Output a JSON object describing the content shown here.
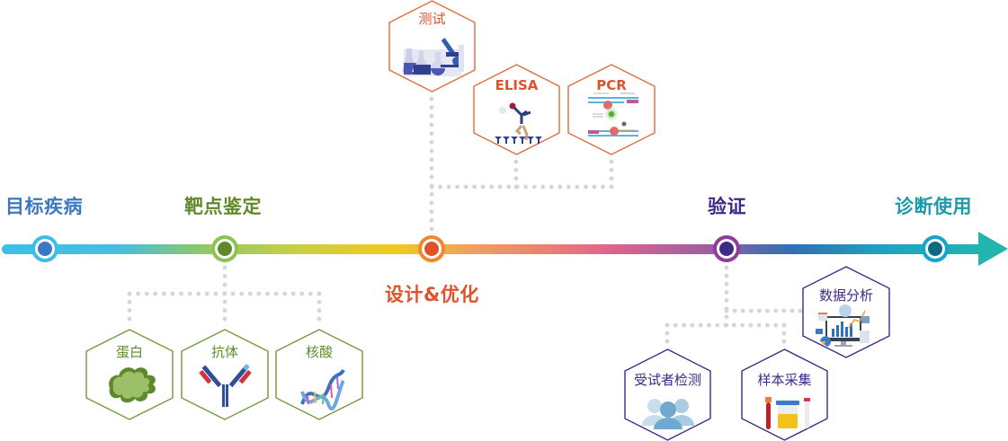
{
  "colors": {
    "blue": "#3b78c0",
    "blue_ring": "#3dbde8",
    "green": "#5f8a2b",
    "green_ring": "#8dc34f",
    "orange": "#e0522a",
    "orange_ring": "#f0882e",
    "purple": "#3f2a85",
    "purple_ring": "#8e3d9c",
    "teal": "#1f9aa8",
    "teal_ring": "#12a6c8",
    "teal_dark": "#0d6a82",
    "dots": "#d9d9d9",
    "green_hex": "#6f9a3a",
    "orange_hex": "#e06a3a",
    "purple_hex": "#3f2a85"
  },
  "stages": [
    {
      "id": "target-disease",
      "label": "目标疾病",
      "color": "#3b78c0"
    },
    {
      "id": "target-identification",
      "label": "靶点鉴定",
      "color": "#5f8a2b"
    },
    {
      "id": "design-optimization",
      "label": "设计&优化",
      "color": "#e0522a"
    },
    {
      "id": "validation",
      "label": "验证",
      "color": "#3f2a85"
    },
    {
      "id": "diagnostic-use",
      "label": "诊断使用",
      "color": "#1f9aa8"
    }
  ],
  "hexagons": {
    "testing": {
      "label": "测试",
      "icon": "lab-equipment-icon"
    },
    "elisa": {
      "label": "ELISA",
      "icon": "antibody-assay-icon"
    },
    "pcr": {
      "label": "PCR",
      "icon": "pcr-diagram-icon"
    },
    "protein": {
      "label": "蛋白",
      "icon": "protein-icon"
    },
    "antibody": {
      "label": "抗体",
      "icon": "antibody-icon"
    },
    "nucleic_acid": {
      "label": "核酸",
      "icon": "dna-helix-icon"
    },
    "subject_testing": {
      "label": "受试者检测",
      "icon": "people-icon"
    },
    "sample_collection": {
      "label": "样本采集",
      "icon": "sample-tubes-icon"
    },
    "data_analysis": {
      "label": "数据分析",
      "icon": "analytics-monitor-icon"
    }
  }
}
